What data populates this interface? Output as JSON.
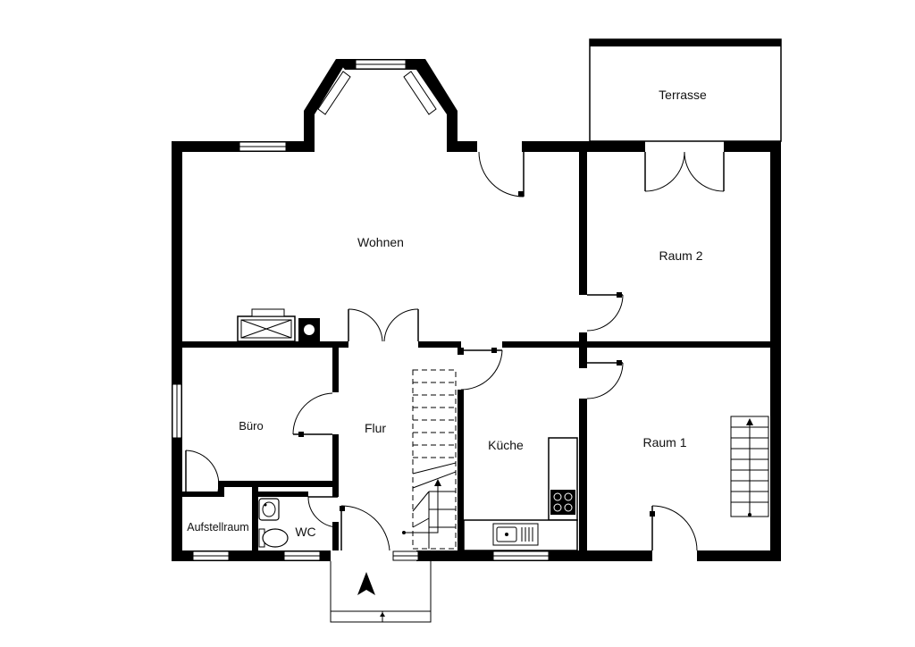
{
  "plan": {
    "rooms": {
      "terrasse": "Terrasse",
      "wohnen": "Wohnen",
      "raum2": "Raum 2",
      "buero": "Büro",
      "flur": "Flur",
      "kueche": "Küche",
      "raum1": "Raum 1",
      "aufstellraum": "Aufstellraum",
      "wc": "WC"
    }
  }
}
